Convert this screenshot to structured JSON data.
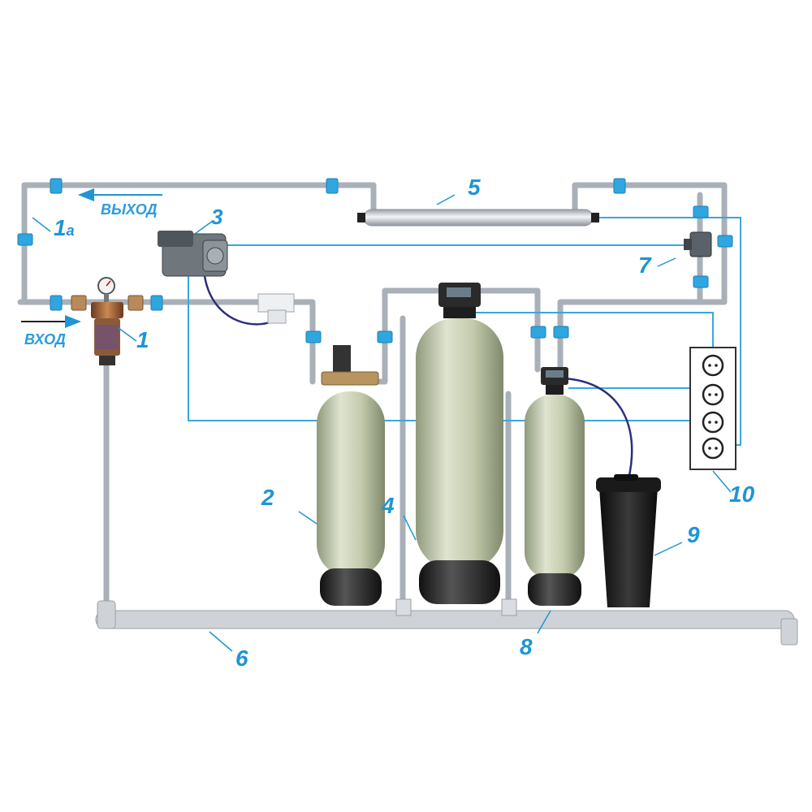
{
  "flow_labels": {
    "inlet": "ВХОД",
    "outlet": "ВЫХОД"
  },
  "callouts": {
    "c1": "1",
    "c1a_num": "1",
    "c1a_suffix": "а",
    "c2": "2",
    "c3": "3",
    "c4": "4",
    "c5": "5",
    "c6": "6",
    "c7": "7",
    "c8": "8",
    "c9": "9",
    "c10": "10"
  },
  "colors": {
    "pipe": "#b9bfc6",
    "fitting": "#2fa6e0",
    "control_wire": "#3aa7df",
    "callout": "#1f95d6",
    "tank_body": "#c9d0b4",
    "tank_base": "#222222",
    "brine_tank": "#1a1a1a",
    "drain_hose": "#2d2f7a"
  },
  "icons": {
    "pressure_gauge": "gauge-icon",
    "socket": "socket-icon",
    "display": "controller-display-icon"
  }
}
